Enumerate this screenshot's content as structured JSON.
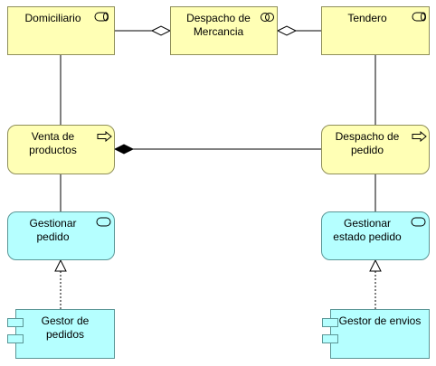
{
  "diagram": {
    "nodes": {
      "domiciliario": {
        "label": "Domiciliario",
        "icon": "role-icon"
      },
      "despacho_mercancia": {
        "label": "Despacho de\nMercancia",
        "icon": "collaboration-icon"
      },
      "tendero": {
        "label": "Tendero",
        "icon": "role-icon"
      },
      "venta_productos": {
        "label": "Venta de\nproductos",
        "icon": "process-arrow-icon"
      },
      "despacho_pedido": {
        "label": "Despacho de\npedido",
        "icon": "process-arrow-icon"
      },
      "gestionar_pedido": {
        "label": "Gestionar\npedido",
        "icon": "service-icon"
      },
      "gestionar_estado_pedido": {
        "label": "Gestionar\nestado pedido",
        "icon": "service-icon"
      },
      "gestor_pedidos": {
        "label": "Gestor de\npedidos",
        "icon": "component-icon"
      },
      "gestor_envios": {
        "label": "Gestor de envios",
        "icon": "component-icon"
      }
    },
    "colors": {
      "business": "#ffffb5",
      "application": "#b5ffff",
      "line": "#000000"
    }
  }
}
